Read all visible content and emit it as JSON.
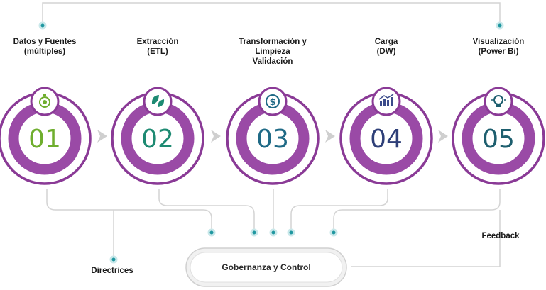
{
  "stages": [
    {
      "label_lines": [
        "Datos y Fuentes",
        "(múltiples)"
      ],
      "number": "01",
      "icon": "stopwatch-icon",
      "number_color": "#6fae2e",
      "icon_color": "#6fae2e"
    },
    {
      "label_lines": [
        "Extracción",
        "(ETL)"
      ],
      "number": "02",
      "icon": "leaf-cycle-icon",
      "number_color": "#1d8a72",
      "icon_color": "#1d8a72"
    },
    {
      "label_lines": [
        "Transformación y",
        "Limpieza",
        "Validación"
      ],
      "number": "03",
      "icon": "dollar-cycle-icon",
      "number_color": "#1f6a86",
      "icon_color": "#1f6a86"
    },
    {
      "label_lines": [
        "Carga",
        "(DW)"
      ],
      "number": "04",
      "icon": "bar-chart-icon",
      "number_color": "#2e3f78",
      "icon_color": "#3a4a8a"
    },
    {
      "label_lines": [
        "Visualización",
        "(Power Bi)"
      ],
      "number": "05",
      "icon": "lightbulb-icon",
      "number_color": "#1d5e6e",
      "icon_color": "#1d5e6e"
    }
  ],
  "governance": {
    "label": "Gobernanza y Control"
  },
  "directrices": {
    "label": "Directrices"
  },
  "feedback": {
    "label": "Feedback"
  },
  "colors": {
    "ring": "#8a3a96",
    "inner_ring": "#9a4aa6",
    "connector": "#d4d4d4",
    "dot": "#1f97a0",
    "arrow": "#cfcfcf"
  }
}
